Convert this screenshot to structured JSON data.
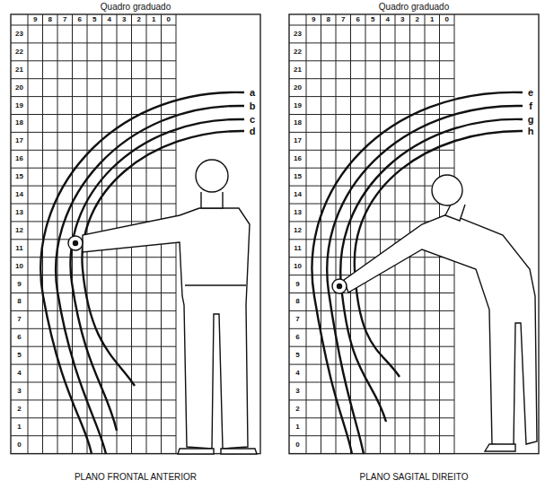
{
  "diagram": {
    "labels": [
      "Quadro graduado",
      "9",
      "8",
      "7",
      "6",
      "5",
      "4",
      "3",
      "2",
      "1",
      "0",
      "23",
      "22",
      "21",
      "20",
      "19",
      "18",
      "17",
      "16",
      "15",
      "14",
      "13",
      "12",
      "11",
      "10",
      "9",
      "8",
      "7",
      "6",
      "5",
      "4",
      "3",
      "2",
      "1",
      "0",
      "a",
      "b",
      "c",
      "d",
      "PLANO FRONTAL ANTERIOR",
      "Quadro graduado",
      "9",
      "8",
      "7",
      "6",
      "5",
      "4",
      "3",
      "2",
      "1",
      "0",
      "23",
      "22",
      "21",
      "20",
      "19",
      "18",
      "17",
      "16",
      "15",
      "14",
      "13",
      "12",
      "11",
      "10",
      "9",
      "8",
      "7",
      "6",
      "5",
      "4",
      "3",
      "2",
      "1",
      "0",
      "e",
      "f",
      "g",
      "h",
      "PLANO SAGITAL DIREITO"
    ]
  }
}
